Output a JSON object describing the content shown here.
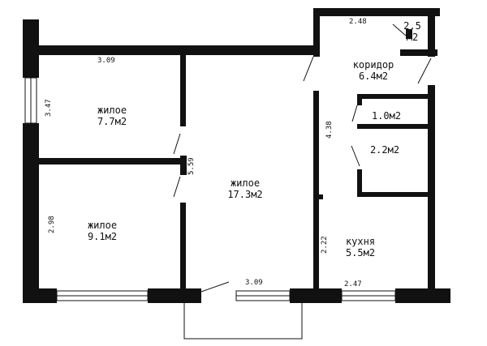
{
  "rooms": {
    "living_top": {
      "name": "жилое",
      "area": "7.7м2"
    },
    "living_main": {
      "name": "жилое",
      "area": "17.3м2"
    },
    "living_bottom": {
      "name": "жилое",
      "area": "9.1м2"
    },
    "corridor": {
      "name": "коридор",
      "area": "6.4м2"
    },
    "small_room": {
      "area": "2.5",
      "area_unit": "м2"
    },
    "closet_1": {
      "area": "1.0м2"
    },
    "closet_2": {
      "area": "2.2м2"
    },
    "kitchen": {
      "name": "кухня",
      "area": "5.5м2"
    }
  },
  "dimensions": {
    "top_left_room_width": "3.09",
    "top_left_room_height": "3.47",
    "bottom_left_room_height": "2.98",
    "main_room_height": "5.59",
    "corridor_top_width": "2.48",
    "corridor_height": "4.38",
    "kitchen_height": "2.22",
    "main_room_width": "3.09",
    "kitchen_width": "2.47"
  },
  "colors": {
    "wall": "#111111",
    "background": "#ffffff"
  }
}
